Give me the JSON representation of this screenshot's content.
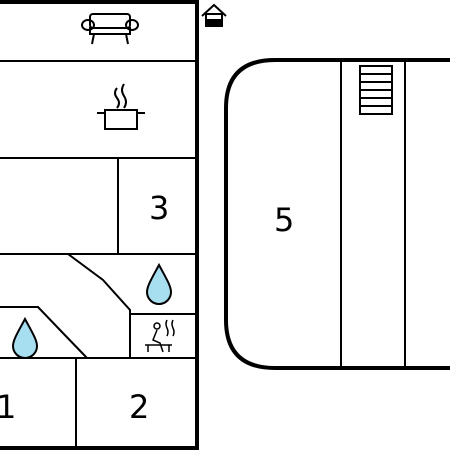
{
  "floorplan": {
    "rooms": [
      {
        "label": "1"
      },
      {
        "label": "2"
      },
      {
        "label": "3"
      },
      {
        "label": "5"
      }
    ],
    "icons": [
      {
        "name": "sofa-icon",
        "meaning": "living room"
      },
      {
        "name": "cooking-pot-icon",
        "meaning": "kitchen"
      },
      {
        "name": "water-drop-icon",
        "meaning": "bathroom"
      },
      {
        "name": "sauna-icon",
        "meaning": "sauna"
      },
      {
        "name": "stairs-icon",
        "meaning": "stairs"
      },
      {
        "name": "house-entrance-icon",
        "meaning": "entrance"
      }
    ],
    "colors": {
      "wall": "#000000",
      "water": "#a8dff0"
    }
  }
}
